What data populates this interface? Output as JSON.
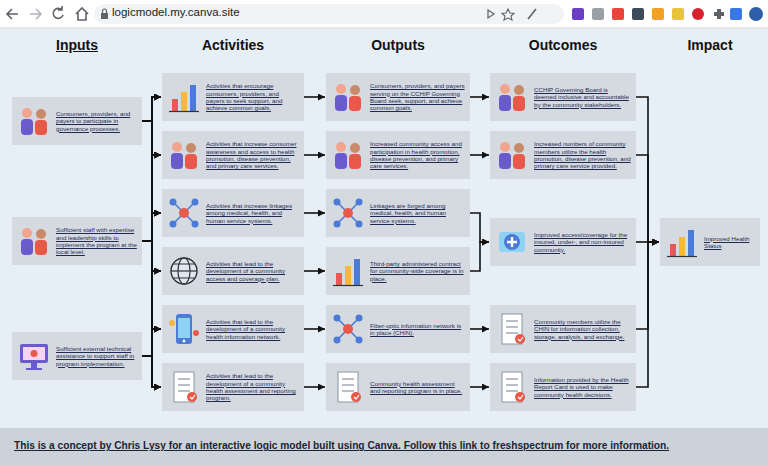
{
  "diagram": {
    "caption": "This is a concept by Chris Lysy for an interactive logic model built using Canva. Follow this link to freshspectrum for more information.",
    "nodes": [
      {
        "text": [
          "Consumers, providers, and payers to participate in governance processes."
        ]
      },
      {
        "text": [
          "Sufficient staff with expertise and leadership skills to implement the program at the local level."
        ]
      },
      {
        "text": [
          "Sufficient external technical assistance to support staff in program implementation."
        ]
      },
      {
        "text": [
          "Activities that encourage consumers, providers, and payers to seek support, and achieve common goals."
        ]
      },
      {
        "text": [
          "Activities that increase consumer awareness and access to health promotion, disease prevention, and primary care services."
        ]
      },
      {
        "text": [
          "Activities that increase linkages among medical, health, and human service systems."
        ]
      },
      {
        "text": [
          "Activities that lead to the development of a community access and coverage plan."
        ]
      },
      {
        "text": [
          "Activities that lead to the development of a community health information network."
        ]
      },
      {
        "text": [
          "Activities that lead to the development of a community health assessment and reporting program."
        ]
      },
      {
        "text": [
          "Consumers, providers, and payers serving on the CCHIP Governing Board seek, support, and achieve common goals."
        ]
      },
      {
        "text": [
          "Increased community access and participation in health promotion, disease prevention, and primary care services."
        ]
      },
      {
        "text": [
          "Linkages are forged among medical, health, and human service systems."
        ]
      },
      {
        "text": [
          "Third-party administered contract for community-wide coverage is in place."
        ]
      },
      {
        "text": [
          "Fiber-optic information network is in place (CHIN)."
        ]
      },
      {
        "text": [
          "Community health assessment and reporting program is in place."
        ]
      },
      {
        "text": [
          "CCHIP Governing Board is deemed inclusive and accountable by the community stakeholders."
        ]
      },
      {
        "text": [
          "Increased numbers of community members utilize the health promotion, disease prevention, and primary care service provided."
        ]
      },
      {
        "text": [
          "Improved access/coverage for the insured, under-, and non-insured community."
        ]
      },
      {
        "text": [
          "Community members utilize the CHIN for information collection, storage, analysis, and exchange."
        ]
      },
      {
        "text": [
          "Information provided by the Health Report Card is used to make community health decisions."
        ]
      },
      {
        "text": [
          "Improved Health Status"
        ]
      }
    ],
    "edges": [
      {
        "from": 0,
        "to": 3,
        "arrow": "to"
      },
      {
        "from": 0,
        "to": 4,
        "arrow": "to"
      },
      {
        "from": 0,
        "to": 5,
        "arrow": "to"
      },
      {
        "from": 0,
        "to": 6,
        "arrow": "to"
      },
      {
        "from": 0,
        "to": 7,
        "arrow": "to"
      },
      {
        "from": 0,
        "to": 8,
        "arrow": "to"
      },
      {
        "from": 1,
        "to": 3,
        "arrow": "to"
      },
      {
        "from": 1,
        "to": 4,
        "arrow": "to"
      },
      {
        "from": 1,
        "to": 5,
        "arrow": "to"
      },
      {
        "from": 1,
        "to": 6,
        "arrow": "to"
      },
      {
        "from": 1,
        "to": 7,
        "arrow": "to"
      },
      {
        "from": 1,
        "to": 8,
        "arrow": "to"
      },
      {
        "from": 2,
        "to": 3,
        "arrow": "to"
      },
      {
        "from": 2,
        "to": 4,
        "arrow": "to"
      },
      {
        "from": 2,
        "to": 5,
        "arrow": "to"
      },
      {
        "from": 2,
        "to": 6,
        "arrow": "to"
      },
      {
        "from": 2,
        "to": 7,
        "arrow": "to"
      },
      {
        "from": 2,
        "to": 8,
        "arrow": "to"
      },
      {
        "from": 3,
        "to": 9,
        "arrow": "to"
      },
      {
        "from": 4,
        "to": 10,
        "arrow": "to"
      },
      {
        "from": 5,
        "to": 11,
        "arrow": "to"
      },
      {
        "from": 6,
        "to": 12,
        "arrow": "to"
      },
      {
        "from": 7,
        "to": 13,
        "arrow": "to"
      },
      {
        "from": 8,
        "to": 14,
        "arrow": "to"
      },
      {
        "from": 9,
        "to": 15,
        "arrow": "to"
      },
      {
        "from": 10,
        "to": 16,
        "arrow": "to"
      },
      {
        "from": 11,
        "to": 17,
        "arrow": "to"
      },
      {
        "from": 12,
        "to": 17,
        "arrow": "to"
      },
      {
        "from": 13,
        "to": 18,
        "arrow": "to"
      },
      {
        "from": 14,
        "to": 19,
        "arrow": "to"
      },
      {
        "from": 15,
        "to": 20,
        "arrow": "to"
      },
      {
        "from": 16,
        "to": 20,
        "arrow": "to"
      },
      {
        "from": 17,
        "to": 20,
        "arrow": "to"
      },
      {
        "from": 18,
        "to": 20,
        "arrow": "to"
      },
      {
        "from": 19,
        "to": 20,
        "arrow": "to"
      }
    ],
    "labels": [
      "logicmodel.my.canva.site",
      "Inputs",
      "Activities",
      "Outputs",
      "Outcomes",
      "Impact"
    ]
  }
}
